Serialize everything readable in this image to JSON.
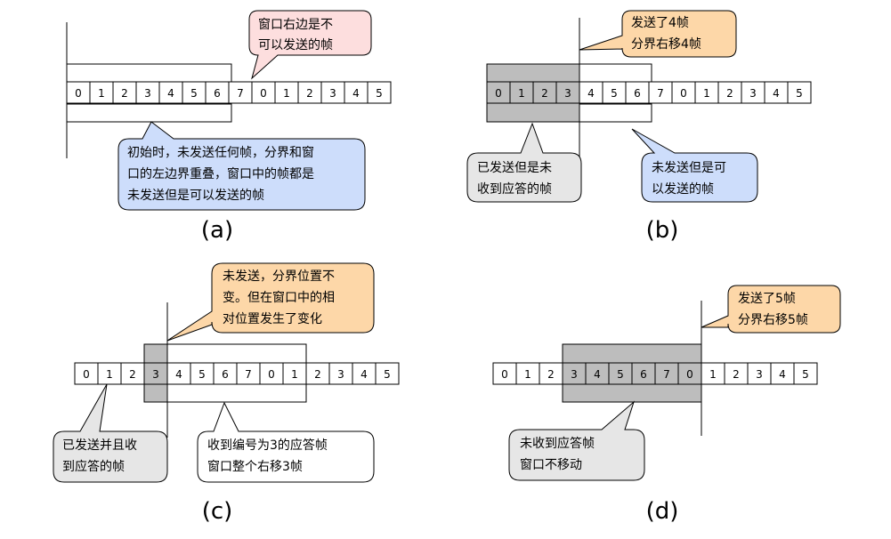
{
  "colors": {
    "pink": "#fddede",
    "orange": "#fdd7a8",
    "blue": "#cdddfb",
    "light_grey": "#e6e6e6",
    "white": "#ffffff",
    "window_grey": "#bdbdbd"
  },
  "panels": {
    "a": {
      "caption": "(a)",
      "sequence": [
        "0",
        "1",
        "2",
        "3",
        "4",
        "5",
        "6",
        "7",
        "0",
        "1",
        "2",
        "3",
        "4",
        "5"
      ],
      "callout_top": [
        "窗口右边是不",
        "可以发送的帧"
      ],
      "callout_bottom": [
        "初始时，未发送任何帧，分界和窗",
        "口的左边界重叠，窗口中的帧都是",
        "未发送但是可以发送的帧"
      ]
    },
    "b": {
      "caption": "(b)",
      "sequence": [
        "0",
        "1",
        "2",
        "3",
        "4",
        "5",
        "6",
        "7",
        "0",
        "1",
        "2",
        "3",
        "4",
        "5"
      ],
      "callout_top": [
        "发送了4帧",
        "分界右移4帧"
      ],
      "callout_left": [
        "已发送但是未",
        "收到应答的帧"
      ],
      "callout_right": [
        "未发送但是可",
        "以发送的帧"
      ]
    },
    "c": {
      "caption": "(c)",
      "sequence": [
        "0",
        "1",
        "2",
        "3",
        "4",
        "5",
        "6",
        "7",
        "0",
        "1",
        "2",
        "3",
        "4",
        "5"
      ],
      "callout_top": [
        "未发送，分界位置不",
        "变。但在窗口中的相",
        "对位置发生了变化"
      ],
      "callout_left": [
        "已发送并且收",
        "到应答的帧"
      ],
      "callout_right": [
        "收到编号为3的应答帧",
        "窗口整个右移3帧"
      ]
    },
    "d": {
      "caption": "(d)",
      "sequence": [
        "0",
        "1",
        "2",
        "3",
        "4",
        "5",
        "6",
        "7",
        "0",
        "1",
        "2",
        "3",
        "4",
        "5"
      ],
      "callout_top": [
        "发送了5帧",
        "分界右移5帧"
      ],
      "callout_bottom": [
        "未收到应答帧",
        "窗口不移动"
      ]
    }
  }
}
